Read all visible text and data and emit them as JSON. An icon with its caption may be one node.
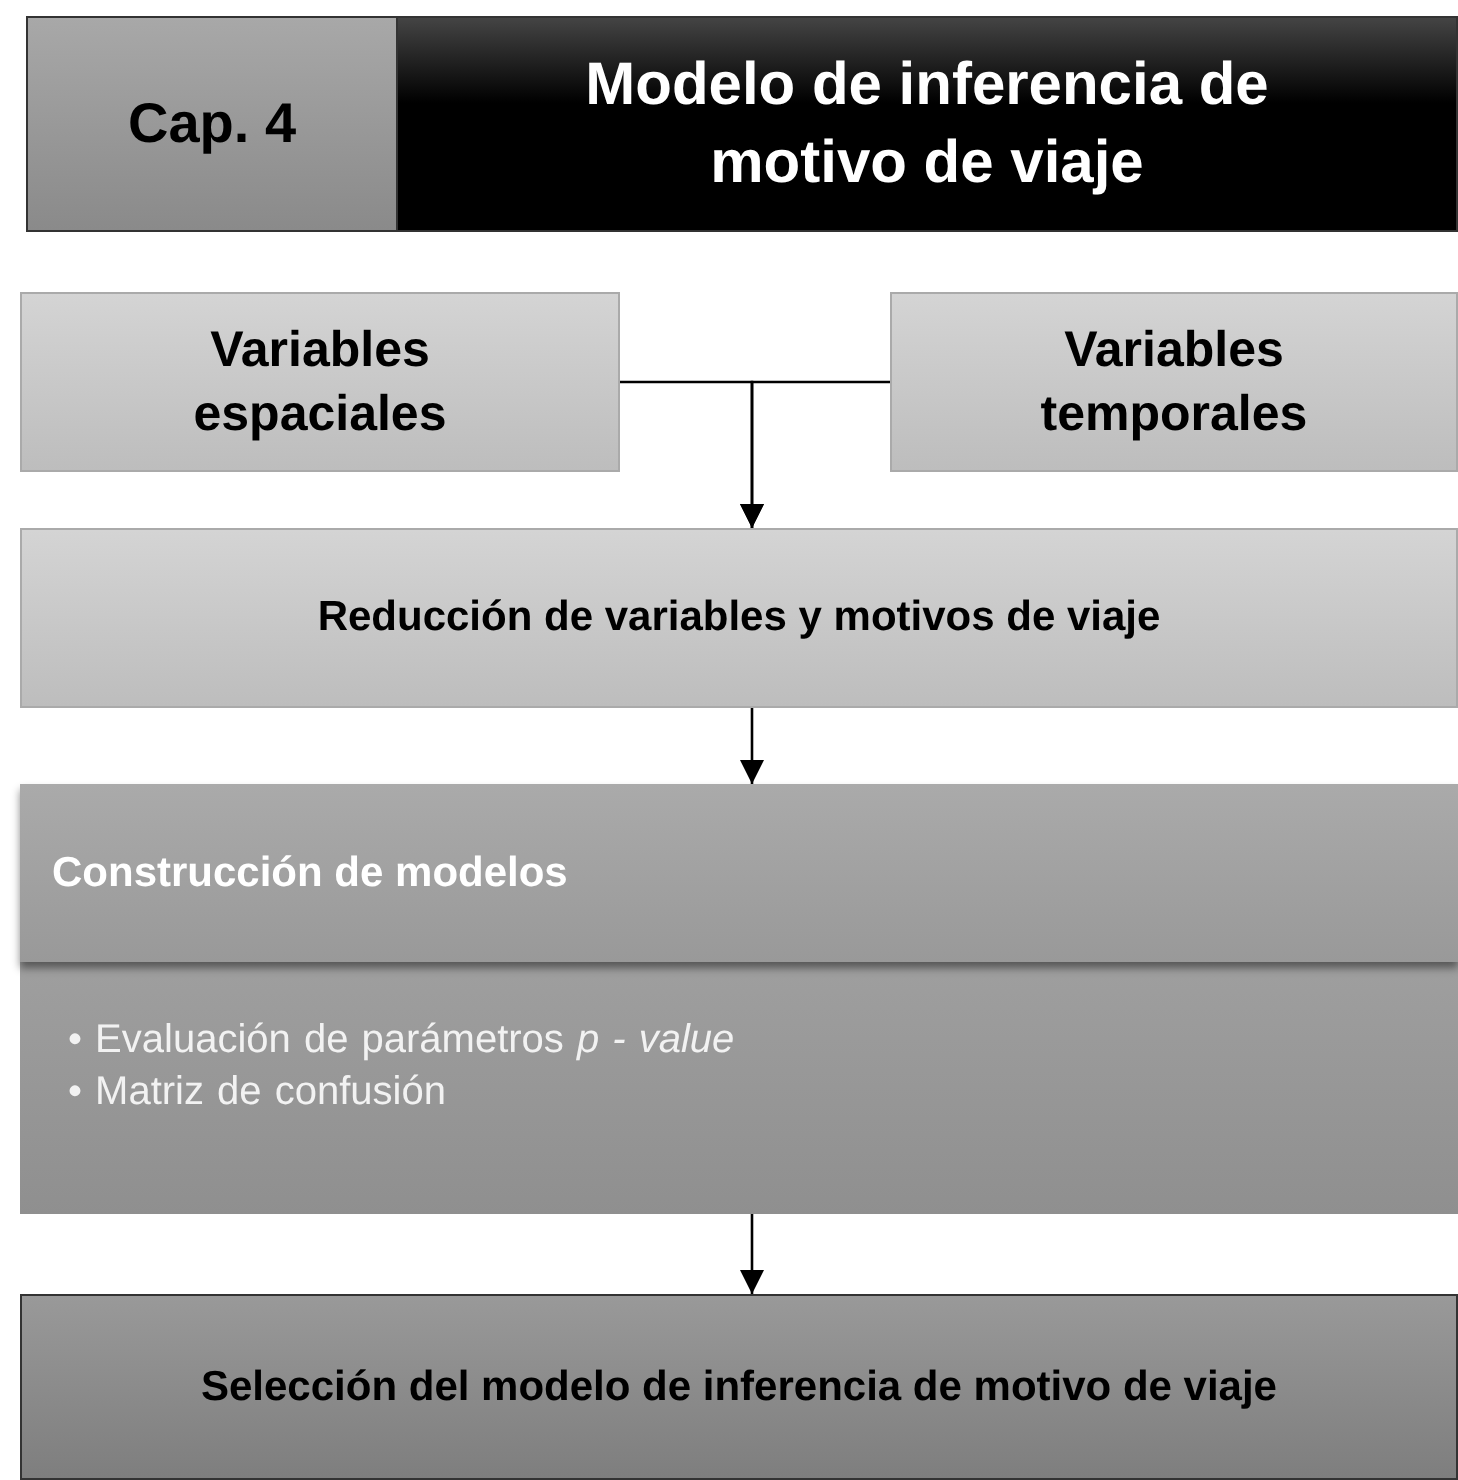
{
  "diagram": {
    "nodes": [
      {
        "text": [
          "Cap. 4"
        ]
      },
      {
        "text": [
          "Modelo de inferencia de motivo de viaje"
        ]
      },
      {
        "text": [
          "Variables espaciales"
        ]
      },
      {
        "text": [
          "Variables temporales"
        ]
      },
      {
        "text": [
          "Reducción de variables y motivos de viaje"
        ]
      },
      {
        "text": [
          "Construcción de modelos",
          "• Evaluación de parámetros *p - value*",
          "• Matriz de confusión"
        ]
      },
      {
        "text": [
          "Selección del modelo de inferencia de motivo de viaje"
        ]
      }
    ],
    "edges": [
      {
        "from": 2,
        "to": 4,
        "arrow": "to"
      },
      {
        "from": 3,
        "to": 4,
        "arrow": "to"
      },
      {
        "from": 4,
        "to": 5,
        "arrow": "to"
      },
      {
        "from": 5,
        "to": 6,
        "arrow": "to"
      }
    ]
  }
}
